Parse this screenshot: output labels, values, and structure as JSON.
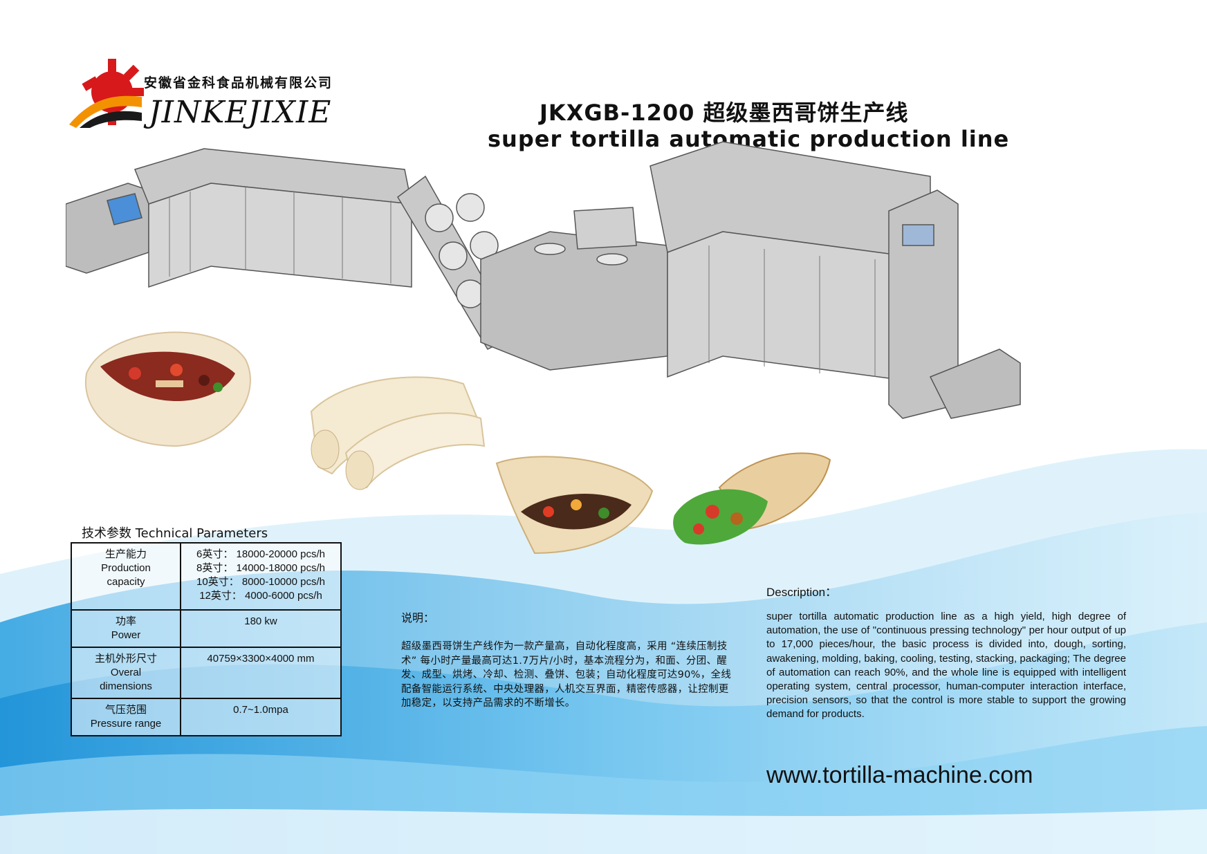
{
  "brand": {
    "name_cn": "安徽省金科食品机械有限公司",
    "name_en": "JINKEJIXIE",
    "colors": {
      "accent_red": "#d7191c",
      "accent_orange": "#f39200",
      "gear": "#1a1a1a"
    }
  },
  "title": {
    "cn": "JKXGB-1200 超级墨西哥饼生产线",
    "en": "super tortilla automatic production line"
  },
  "parameters": {
    "heading": "技术参数 Technical Parameters",
    "rows": [
      {
        "label_cn": "生产能力",
        "label_en": "Production capacity",
        "values": [
          "6英寸： 18000-20000 pcs/h",
          "8英寸： 14000-18000 pcs/h",
          "10英寸： 8000-10000 pcs/h",
          "12英寸： 4000-6000 pcs/h"
        ]
      },
      {
        "label_cn": "功率",
        "label_en": "Power",
        "values": [
          "180 kw"
        ]
      },
      {
        "label_cn": "主机外形尺寸",
        "label_en": "Overal dimensions",
        "values": [
          "40759×3300×4000 mm"
        ]
      },
      {
        "label_cn": "气压范围",
        "label_en": "Pressure range",
        "values": [
          "0.7~1.0mpa"
        ]
      }
    ]
  },
  "description_cn": {
    "heading": "说明：",
    "text": "超级墨西哥饼生产线作为一款产量高，自动化程度高，采用 “连续压制技术” 每小时产量最高可达1.7万片/小时，基本流程分为，和面、分团、醒发、成型、烘烤、冷却、检测、叠饼、包装；自动化程度可达90%，全线配备智能运行系统、中央处理器，人机交互界面，精密传感器，让控制更加稳定，以支持产品需求的不断增长。"
  },
  "description_en": {
    "heading": "Description：",
    "text": "super tortilla automatic production line as a high yield, high degree of automation, the use of \"continuous pressing technology\" per hour output of up to 17,000 pieces/hour, the basic process is divided into, dough, sorting, awakening, molding, baking, cooling, testing, stacking, packaging; The degree of automation can reach 90%, and the whole line is equipped with intelligent operating system, central processor, human-computer interaction interface, precision sensors, so that the control is more stable to support the growing demand for products."
  },
  "website": "www.tortilla-machine.com"
}
